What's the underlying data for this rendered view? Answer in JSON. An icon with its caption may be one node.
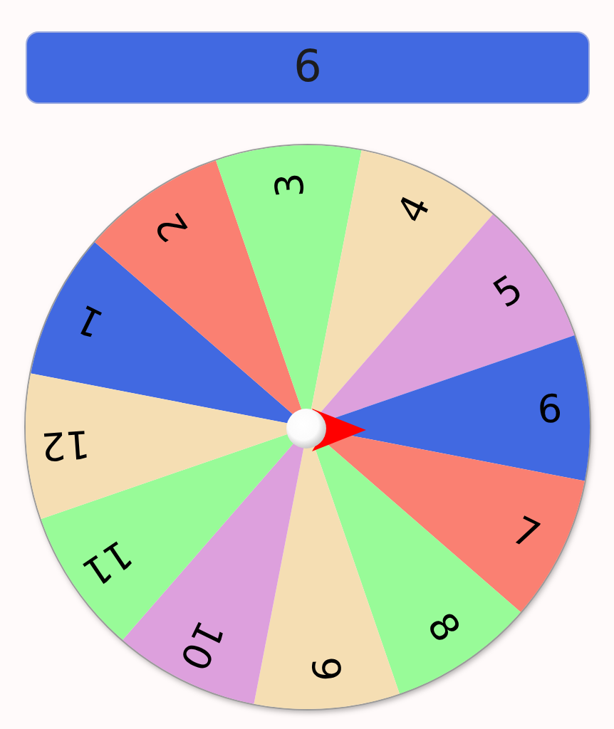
{
  "diagram": {
    "nodes": [
      {
        "text": [
          "6"
        ]
      },
      {
        "text": [],
        "shape": "circle"
      },
      {
        "text": [
          "1"
        ],
        "in": 1
      },
      {
        "text": [
          "2"
        ],
        "in": 1
      },
      {
        "text": [
          "3"
        ],
        "in": 1
      },
      {
        "text": [
          "4"
        ],
        "in": 1
      },
      {
        "text": [
          "5"
        ],
        "in": 1
      },
      {
        "text": [
          "6"
        ],
        "in": 1
      },
      {
        "text": [
          "7"
        ],
        "in": 1
      },
      {
        "text": [
          "8"
        ],
        "in": 1
      },
      {
        "text": [
          "9"
        ],
        "in": 1
      },
      {
        "text": [
          "10"
        ],
        "in": 1
      },
      {
        "text": [
          "11"
        ],
        "in": 1
      },
      {
        "text": [
          "12"
        ],
        "in": 1
      }
    ]
  }
}
